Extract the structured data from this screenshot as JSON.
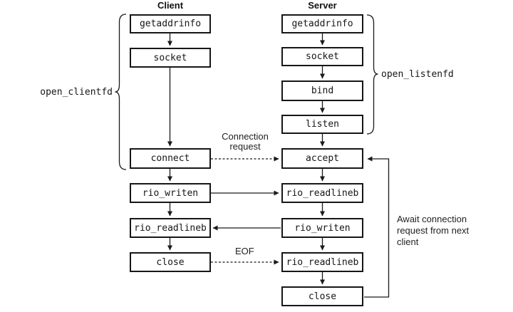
{
  "diagram": {
    "client": {
      "title": "Client",
      "steps": [
        "getaddrinfo",
        "socket",
        "connect",
        "rio_writen",
        "rio_readlineb",
        "close"
      ]
    },
    "server": {
      "title": "Server",
      "steps": [
        "getaddrinfo",
        "socket",
        "bind",
        "listen",
        "accept",
        "rio_readlineb",
        "rio_writen",
        "rio_readlineb",
        "close"
      ]
    },
    "annotations": {
      "open_clientfd": "open_clientfd",
      "open_listenfd": "open_listenfd",
      "connection_request": "Connection request",
      "eof": "EOF",
      "await_note": "Await connection request from next client"
    },
    "colors": {
      "background": "#ffffff",
      "line": "#1a1a1a",
      "box_border": "#161616",
      "text": "#111111"
    }
  }
}
